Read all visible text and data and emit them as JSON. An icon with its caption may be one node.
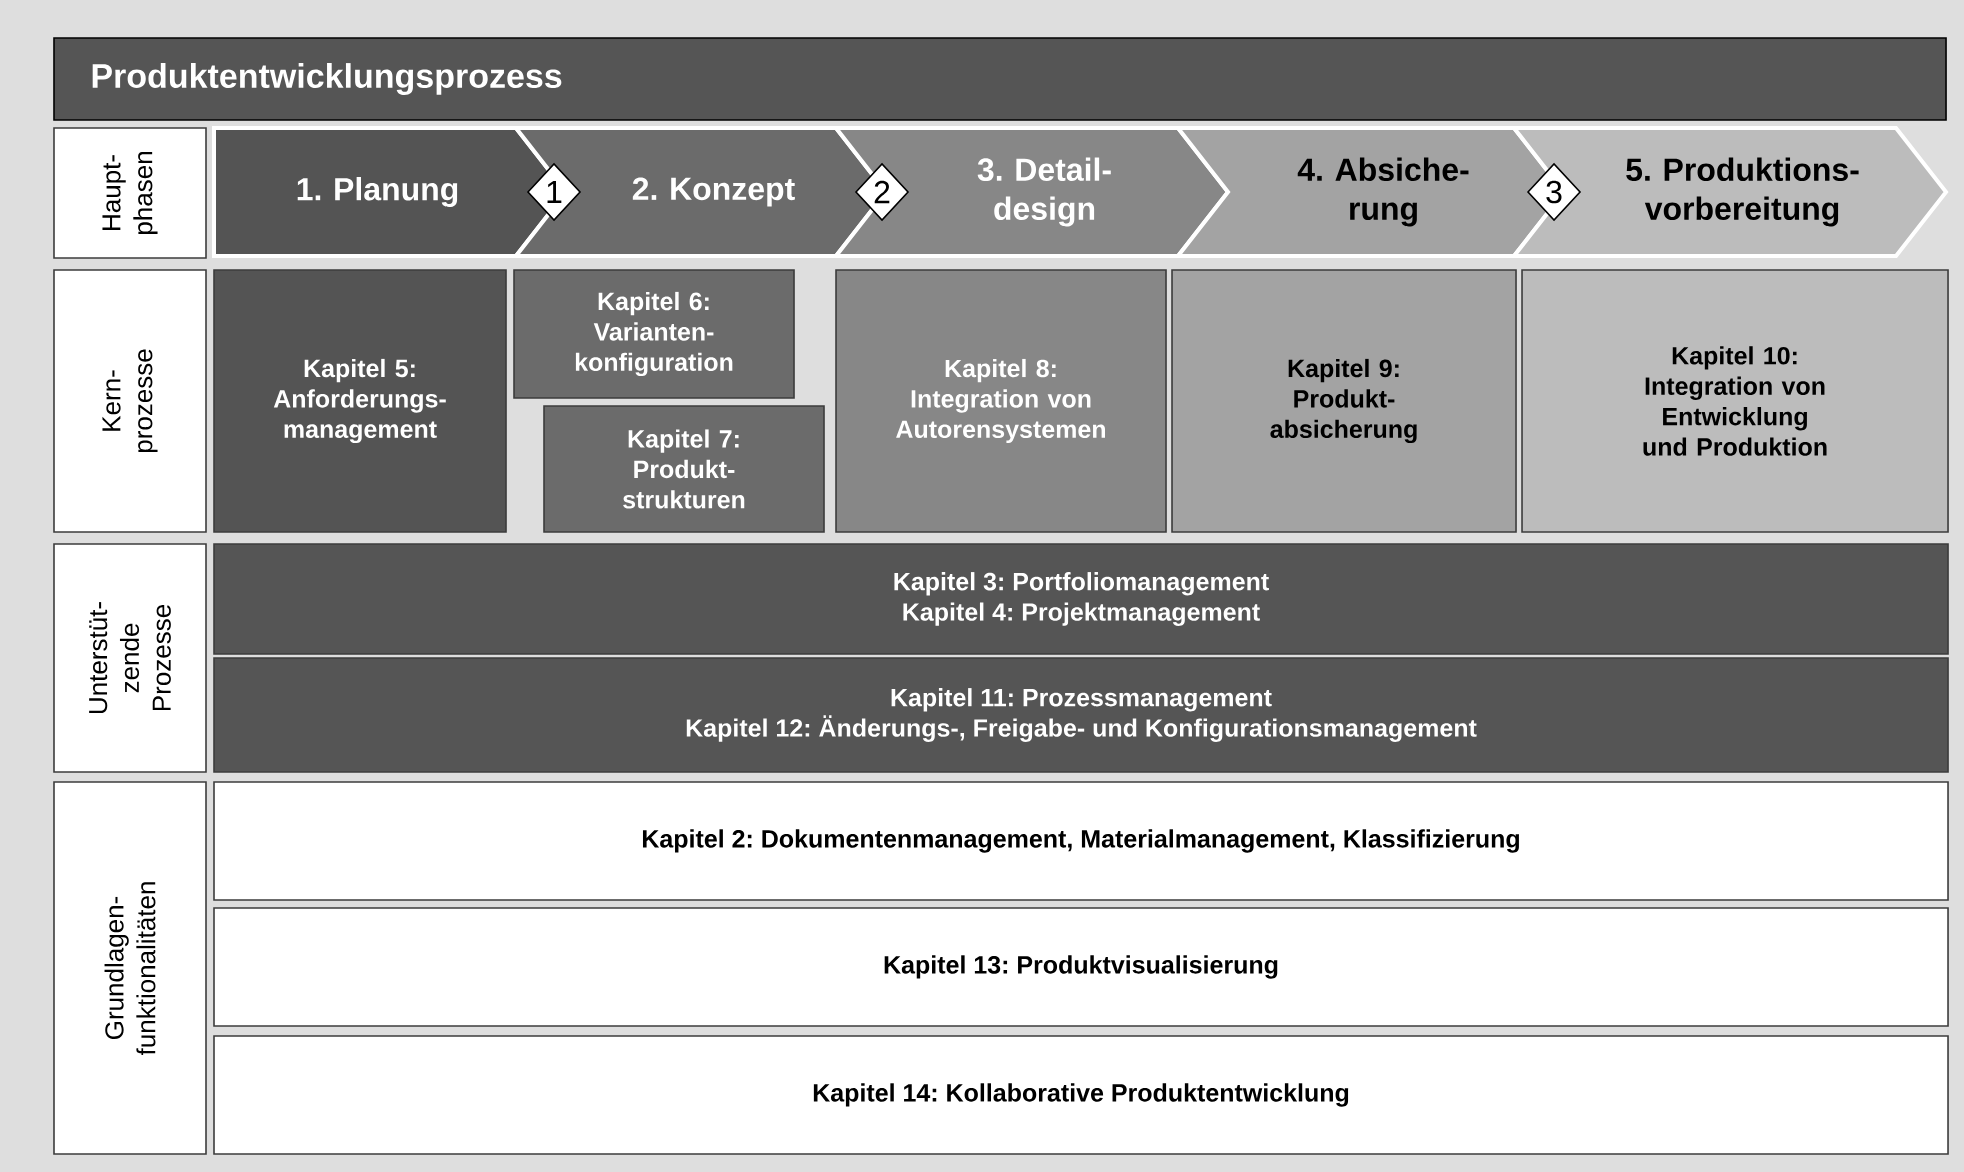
{
  "diagram": {
    "nodes": [
      {
        "text": [
          "Produktentwicklungsprozess"
        ]
      },
      {
        "text": [
          "Haupt- phasen"
        ]
      },
      {
        "text": [
          "1. Planung"
        ]
      },
      {
        "text": [
          "2. Konzept"
        ]
      },
      {
        "text": [
          "3. Detail- design"
        ]
      },
      {
        "text": [
          "4. Absiche- rung"
        ]
      },
      {
        "text": [
          "5. Produktions- vorbereitung"
        ]
      },
      {
        "text": [
          "1"
        ]
      },
      {
        "text": [
          "2"
        ]
      },
      {
        "text": [
          "3"
        ]
      },
      {
        "text": [
          "Kern- prozesse"
        ]
      },
      {
        "text": [
          "Kapitel 5: Anforderungs- management"
        ]
      },
      {
        "text": [
          "Kapitel 6: Varianten- konfiguration"
        ]
      },
      {
        "text": [
          "Kapitel 7: Produkt- strukturen"
        ]
      },
      {
        "text": [
          "Kapitel 8: Integration von Autorensystemen"
        ]
      },
      {
        "text": [
          "Kapitel 9: Produkt- absicherung"
        ]
      },
      {
        "text": [
          "Kapitel 10: Integration von Entwicklung und Produktion"
        ]
      },
      {
        "text": [
          "Unterstüt- zende Prozesse"
        ]
      },
      {
        "text": [
          "Kapitel 3: Portfoliomanagement",
          "Kapitel 4: Projektmanagement"
        ]
      },
      {
        "text": [
          "Kapitel 11: Prozessmanagement",
          "Kapitel 12: Änderungs-, Freigabe- und Konfigurationsmanagement"
        ]
      },
      {
        "text": [
          "Grundlagen- funktionalitäten"
        ]
      },
      {
        "text": [
          "Kapitel 2: Dokumentenmanagement, Materialmanagement, Klassifizierung"
        ]
      },
      {
        "text": [
          "Kapitel 13: Produktvisualisierung"
        ]
      },
      {
        "text": [
          "Kapitel 14: Kollaborative Produktentwicklung"
        ]
      }
    ]
  }
}
